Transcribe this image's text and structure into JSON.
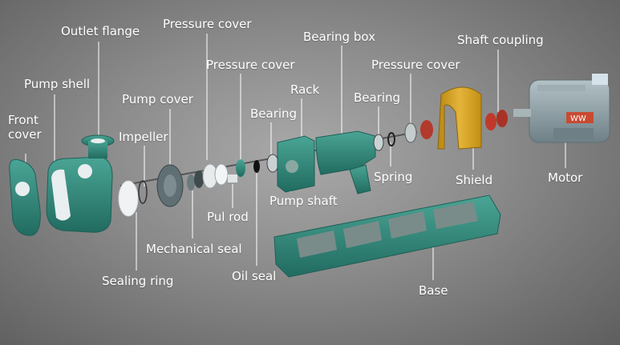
{
  "labels": {
    "front_cover_line1": "Front",
    "front_cover_line2": "cover",
    "pump_shell": "Pump shell",
    "outlet_flange": "Outlet flange",
    "impeller": "Impeller",
    "sealing_ring": "Sealing ring",
    "pump_cover": "Pump cover",
    "mechanical_seal": "Mechanical seal",
    "pressure_cover_1": "Pressure cover",
    "pul_rod": "Pul rod",
    "pressure_cover_2": "Pressure cover",
    "bearing_1": "Bearing",
    "oil_seal": "Oil seal",
    "rack": "Rack",
    "pump_shaft": "Pump shaft",
    "bearing_box": "Bearing box",
    "bearing_2": "Bearing",
    "spring": "Spring",
    "pressure_cover_3": "Pressure cover",
    "base": "Base",
    "shield": "Shield",
    "shaft_coupling": "Shaft coupling",
    "motor": "Motor"
  },
  "motor_badge": "WW",
  "colors": {
    "part_green": "#2f8a7c",
    "shield_yellow": "#d4a017",
    "coupling_red": "#c0392b",
    "motor_gray": "#8fa2a9",
    "label_white": "#ffffff"
  }
}
